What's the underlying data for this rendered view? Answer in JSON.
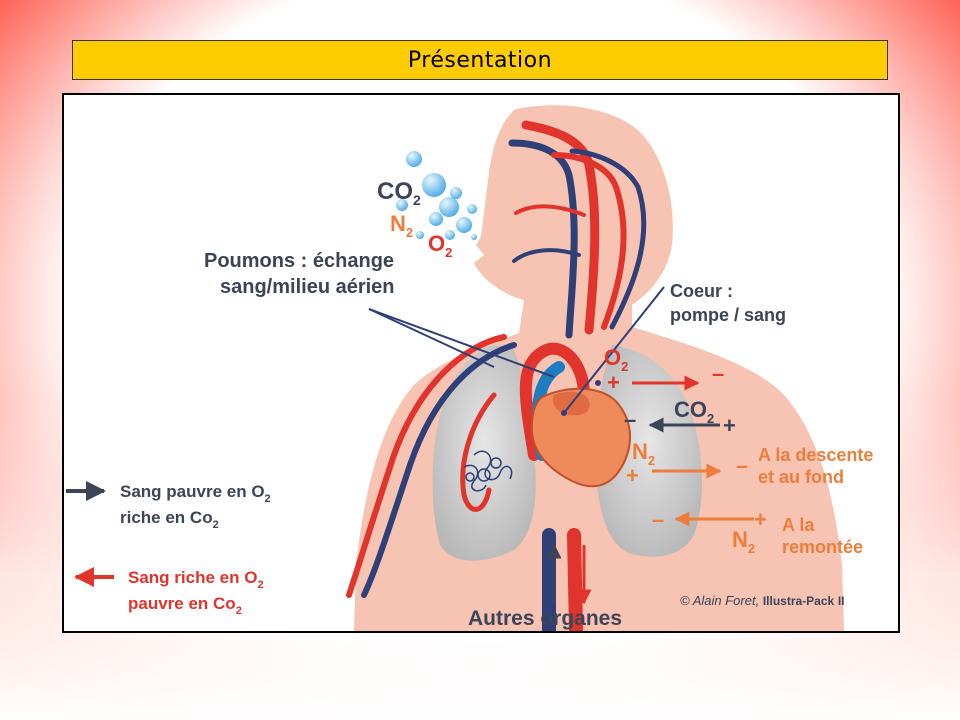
{
  "slide": {
    "title": "Présentation"
  },
  "diagram": {
    "gases_exhaled": {
      "co2": "CO",
      "co2_sub": "2",
      "n2": "N",
      "n2_sub": "2",
      "o2": "O",
      "o2_sub": "2"
    },
    "lungs_label": {
      "line1": "Poumons : échange",
      "line2": "sang/milieu aérien"
    },
    "heart_label": {
      "line1": "Coeur :",
      "line2": "pompe / sang"
    },
    "organ_exchange": {
      "o2": "O",
      "o2_sub": "2",
      "co2": "CO",
      "co2_sub": "2",
      "n2": "N",
      "n2_sub": "2",
      "n2b": "N",
      "n2b_sub": "2",
      "plus": "+",
      "minus": "–"
    },
    "descent_label": {
      "line1": "A la descente",
      "line2": "et au fond"
    },
    "ascent_label": {
      "line1": "A la",
      "line2": "remontée"
    },
    "legend": {
      "deoxygenated_line1": "Sang pauvre en O",
      "deoxygenated_line1_sub": "2",
      "deoxygenated_line2": "riche en Co",
      "deoxygenated_line2_sub": "2",
      "oxygenated_line1": "Sang riche en O",
      "oxygenated_line1_sub": "2",
      "oxygenated_line2": "pauvre en Co",
      "oxygenated_line2_sub": "2"
    },
    "organs_label": "Autres organes",
    "credit": "© Alain Foret,",
    "credit_brand": "Illustra-Pack",
    "credit_brand_suffix": "II",
    "colors": {
      "skin": "#f7c3b3",
      "lung": "#cdcdcd",
      "artery": "#e0342c",
      "vein": "#2f3f78",
      "aorta_blue": "#1e7cc0",
      "heart": "#ef8a5a",
      "orange_text": "#ee7d3b",
      "dark_text": "#3d4457",
      "title_bar": "#ffcc00"
    }
  }
}
